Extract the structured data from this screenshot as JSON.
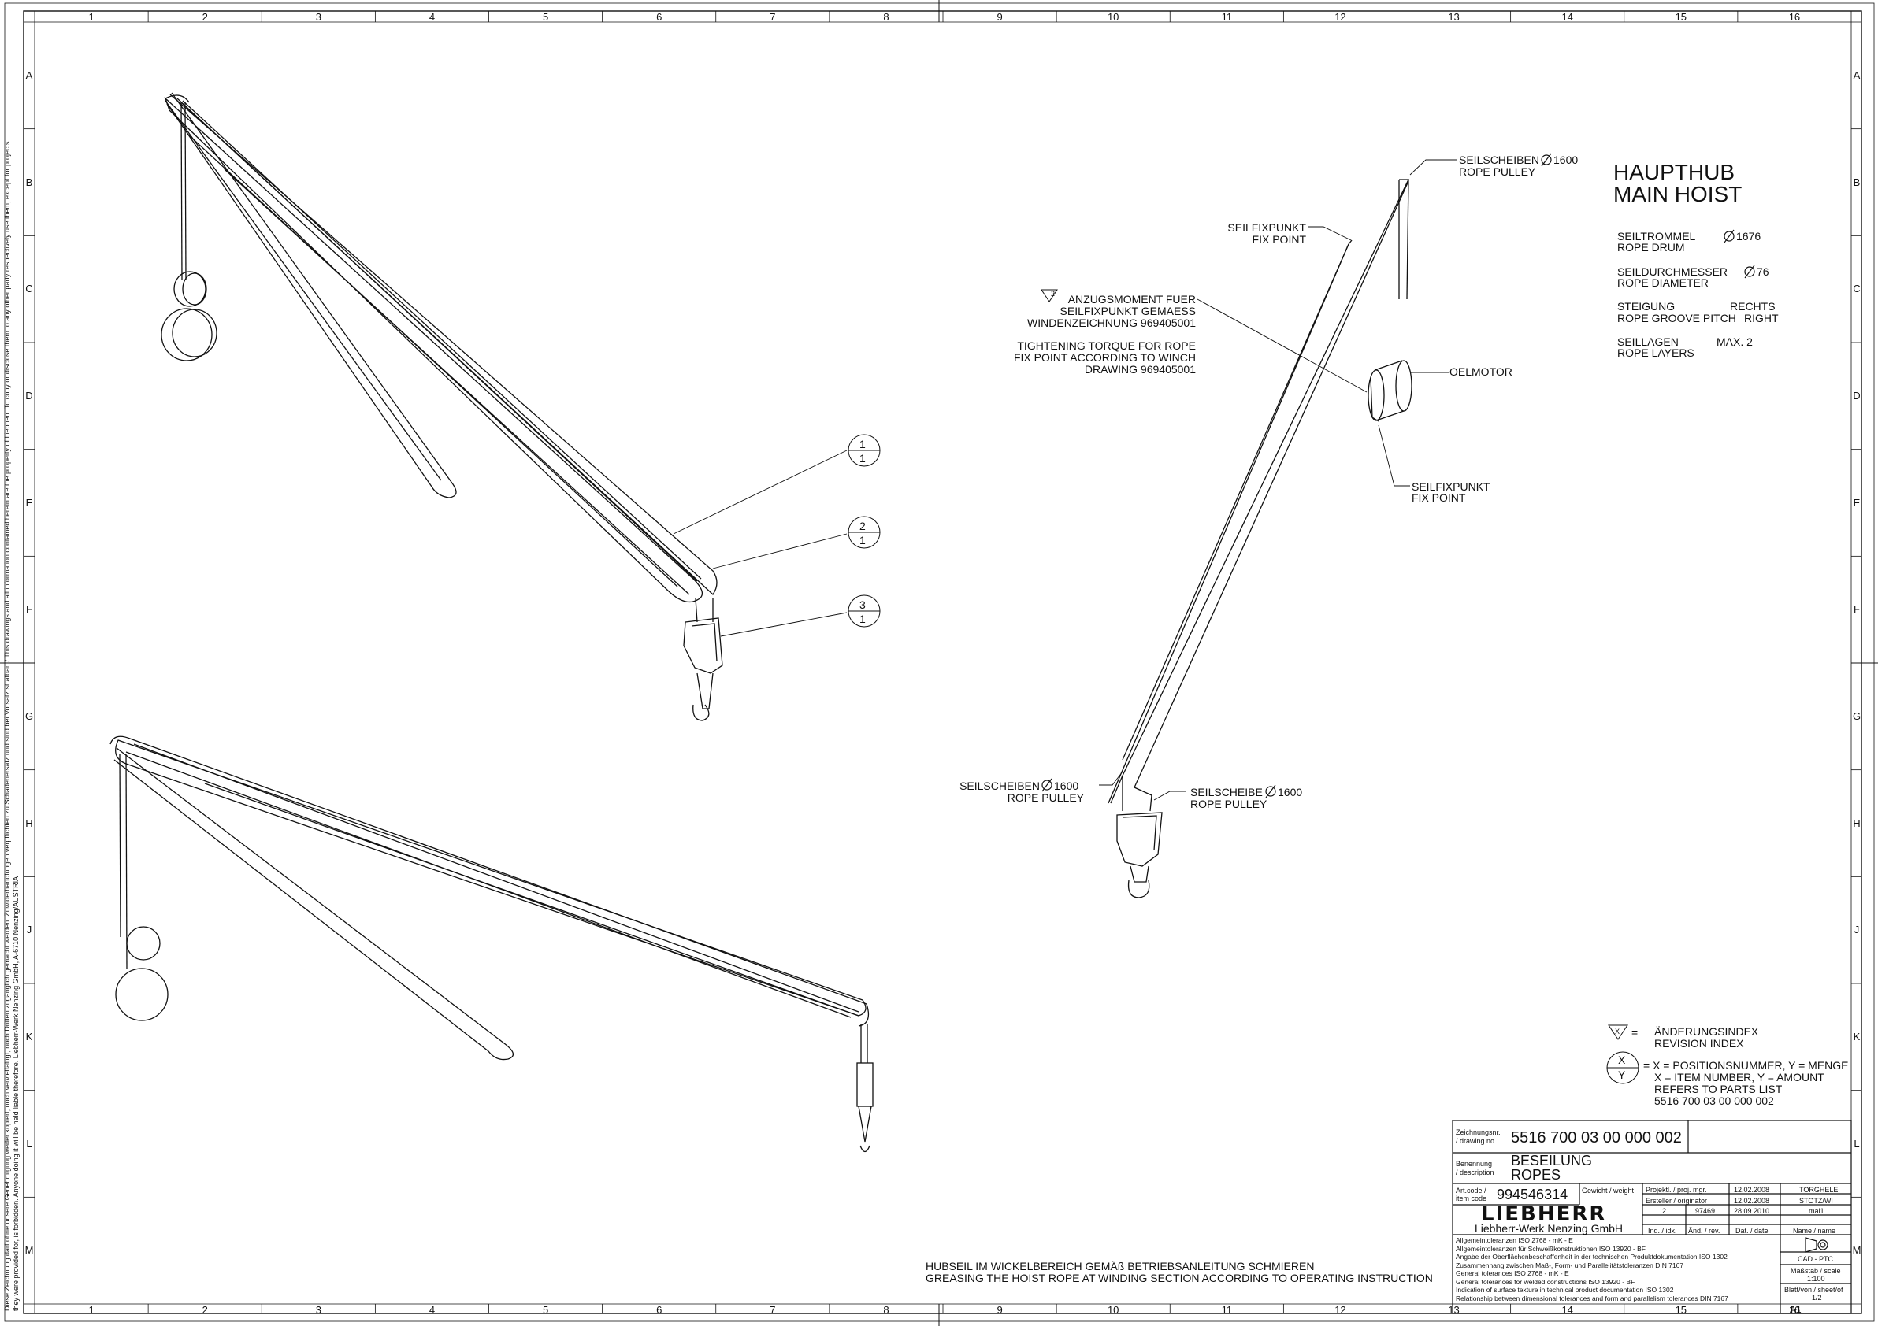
{
  "grid": {
    "columns": [
      "1",
      "2",
      "3",
      "4",
      "5",
      "6",
      "7",
      "8",
      "9",
      "10",
      "11",
      "12",
      "13",
      "14",
      "15",
      "16"
    ],
    "rows": [
      "A",
      "B",
      "C",
      "D",
      "E",
      "F",
      "G",
      "H",
      "J",
      "K",
      "L",
      "M"
    ],
    "sheet_size": "A1"
  },
  "side_note": {
    "line1": "Diese Zeichnung darf ohne unsere Genehmigung weder kopiert, noch vervielfältigt, noch Dritten zugänglich gemacht werden. Zuwiderhandlungen verpflichten zu Schadenersatz und sind bei Vorsatz strafbar. / This drawings and all information contained herein are the property of Liebherr. To copy or disclose them to any other party respectively use them, except for projects",
    "line2": "they were provided for, is forbidden. Anyone doing it will be held liable therefore.                                                                                                                                                                                                   Liebherr-Werk Nenzing GmbH, A-6710 Nenzing/AUSTRIA"
  },
  "heading": {
    "title_de": "HAUPTHUB",
    "title_en": "MAIN HOIST"
  },
  "specs": [
    {
      "de": "SEILTROMMEL",
      "en": "ROPE DRUM",
      "value": "1676",
      "diameter": true
    },
    {
      "de": "SEILDURCHMESSER",
      "en": "ROPE DIAMETER",
      "value": "76",
      "diameter": true
    },
    {
      "de": "STEIGUNG",
      "en": "ROPE GROOVE PITCH",
      "value_de": "RECHTS",
      "value_en": "RIGHT"
    },
    {
      "de": "SEILLAGEN",
      "en": "ROPE LAYERS",
      "value": "MAX. 2"
    }
  ],
  "callouts": {
    "pulley_top": {
      "de": "SEILSCHEIBEN",
      "dia": "1600",
      "en": "ROPE PULLEY"
    },
    "fixpoint_top": {
      "de": "SEILFIXPUNKT",
      "en": "FIX POINT"
    },
    "torque": {
      "rev": "2",
      "de1": "ANZUGSMOMENT FUER",
      "de2": "SEILFIXPUNKT GEMAESS",
      "de3": "WINDENZEICHNUNG 969405001",
      "en1": "TIGHTENING TORQUE FOR ROPE",
      "en2": "FIX POINT ACCORDING TO WINCH",
      "en3": "DRAWING 969405001"
    },
    "oelmotor": "OELMOTOR",
    "fixpoint_bottom": {
      "de": "SEILFIXPUNKT",
      "en": "FIX POINT"
    },
    "pulleys_left": {
      "de": "SEILSCHEIBEN",
      "dia": "1600",
      "en": "ROPE PULLEY"
    },
    "pulley_right": {
      "de": "SEILSCHEIBE",
      "dia": "1600",
      "en": "ROPE PULLEY"
    }
  },
  "balloons": [
    {
      "top": "1",
      "bottom": "1"
    },
    {
      "top": "2",
      "bottom": "1"
    },
    {
      "top": "3",
      "bottom": "1"
    }
  ],
  "legend": {
    "revision_symbol": "X",
    "revision_de": "ÄNDERUNGSINDEX",
    "revision_en": "REVISION INDEX",
    "position_top": "X",
    "position_bottom": "Y",
    "position_line1": "= X = POSITIONSNUMMER, Y = MENGE",
    "position_line2": "X = ITEM NUMBER, Y = AMOUNT",
    "position_line3": "REFERS TO PARTS LIST",
    "position_line4": "5516 700 03 00 000 002"
  },
  "note": {
    "de": "HUBSEIL IM WICKELBEREICH GEMÄß BETRIEBSANLEITUNG SCHMIEREN",
    "en": "GREASING THE HOIST ROPE AT WINDING SECTION ACCORDING TO OPERATING INSTRUCTION"
  },
  "title_block": {
    "drawing_no_label1": "Zeichnungsnr.",
    "drawing_no_label2": "/ drawing no.",
    "drawing_no": "5516 700 03 00 000 002",
    "desc_label1": "Benennung",
    "desc_label2": "/ description",
    "desc_de": "BESEILUNG",
    "desc_en": "ROPES",
    "art_label1": "Art.code /",
    "art_label2": "item code",
    "item_code": "994546314",
    "weight_label": "Gewicht / weight",
    "brand": "LIEBHERR",
    "company": "Liebherr-Werk Nenzing GmbH",
    "rows": [
      {
        "a": "Projektl. / proj. mgr.",
        "b": "",
        "date": "12.02.2008",
        "name": "TORGHELE"
      },
      {
        "a": "Ersteller / originator",
        "b": "",
        "date": "12.02.2008",
        "name": "STOTZ/WI"
      },
      {
        "a": "2",
        "b": "97469",
        "date": "28.09.2010",
        "name": "mal1"
      },
      {
        "a": "Ind. / idx.",
        "b": "Änd. / rev.",
        "date": "Dat. / date",
        "name": "Name / name"
      }
    ],
    "tolerances": [
      "Allgemeintoleranzen ISO 2768 - mK - E",
      "Allgemeintoleranzen für Schweißkonstruktionen ISO 13920 - BF",
      "Angabe der Oberflächenbeschaffenheit in der technischen Produktdokumentation ISO 1302",
      "Zusammenhang zwischen Maß-, Form- und Parallelitätstoleranzen DIN 7167",
      "General tolerances ISO 2768 - mK - E",
      "General tolerances for welded constructions ISO 13920 - BF",
      "Indication of surface texture in technical product documentation ISO 1302",
      "Relationship between dimensional tolerances and form and parallelism tolerances DIN 7167"
    ],
    "cad": "CAD - PTC",
    "scale_label": "Maßstab / scale",
    "scale": "1:100",
    "sheet_label": "Blatt/von / sheet/of",
    "sheet": "1/2"
  }
}
